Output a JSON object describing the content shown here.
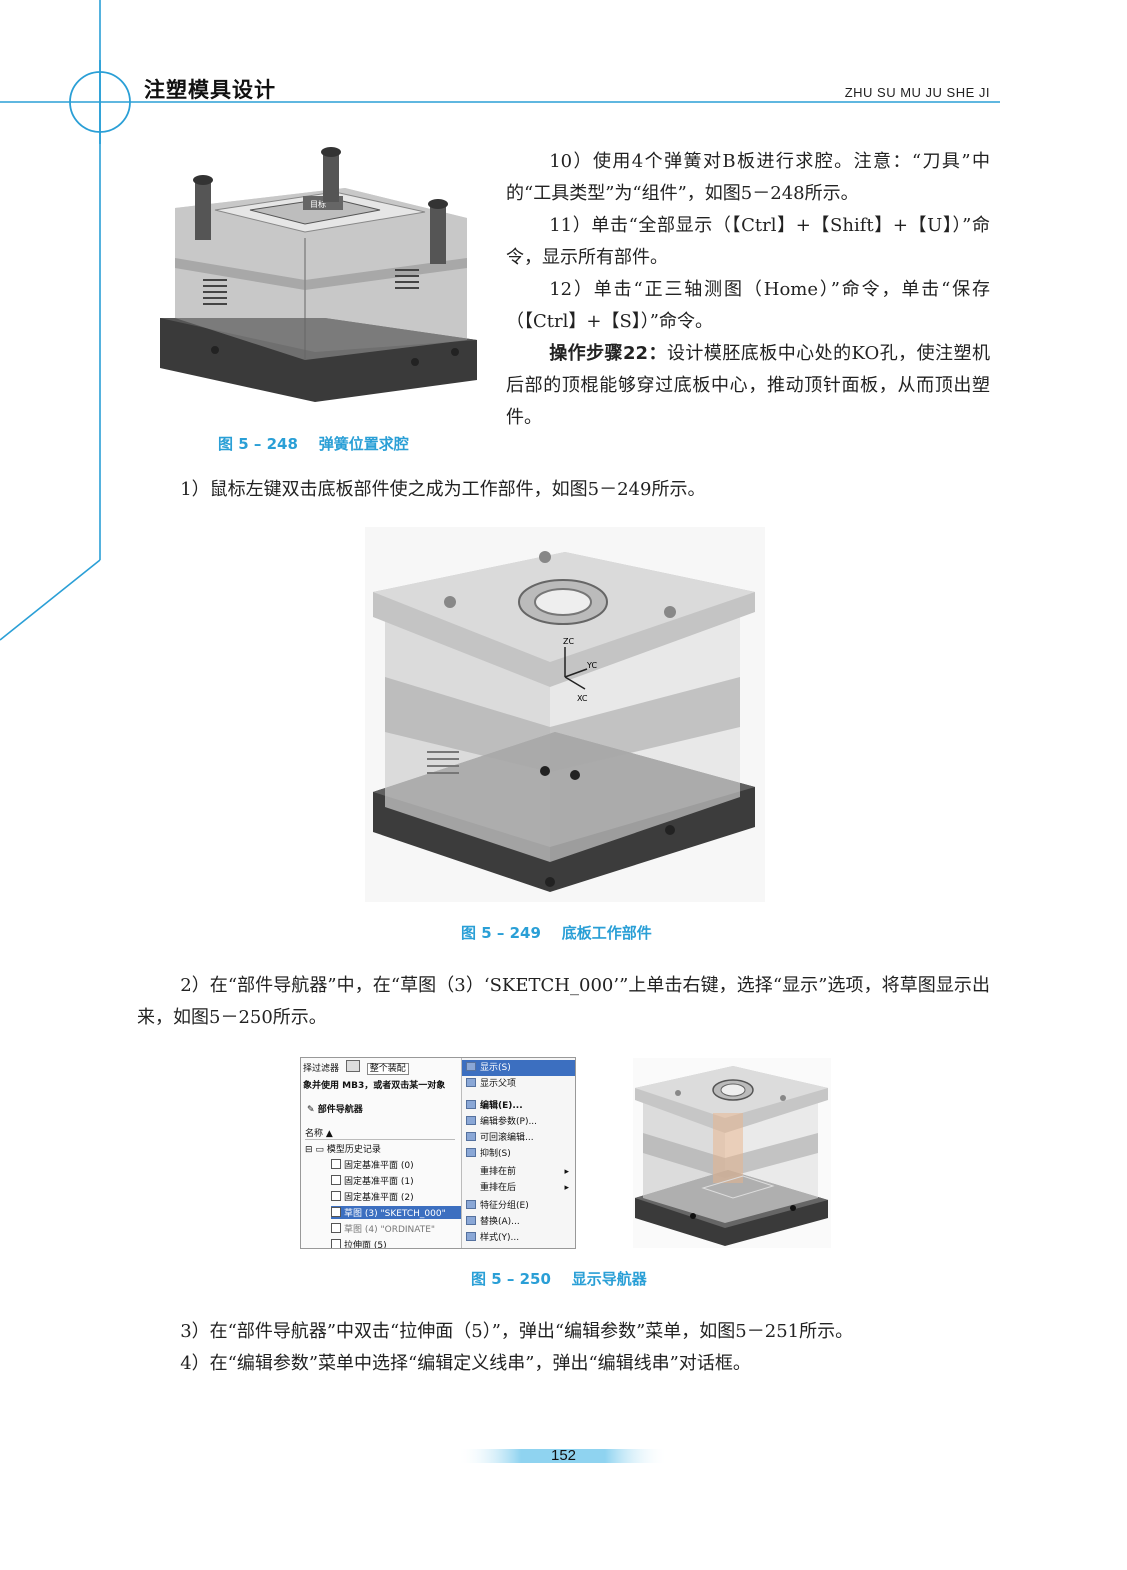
{
  "header": {
    "title": "注塑模具设计",
    "pinyin": "ZHU SU MU JU SHE JI"
  },
  "colors": {
    "accent": "#2a9fd6",
    "caption": "#2a9fd6"
  },
  "paragraphs_right": [
    "10）使用4个弹簧对B板进行求腔。注意：“刀具”中的“工具类型”为“组件”，如图5－248所示。",
    "11）单击“全部显示（【Ctrl】+【Shift】+【U】）”命令，显示所有部件。",
    "12）单击“正三轴测图（Home）”命令，单击“保存（【Ctrl】+【S】）”命令。"
  ],
  "step22": {
    "label": "操作步骤22：",
    "text": "设计模胚底板中心处的KO孔，使注塑机后部的顶棍能够穿过底板中心，推动顶针面板，从而顶出塑件。"
  },
  "paragraph_1": "1）鼠标左键双击底板部件使之成为工作部件，如图5－249所示。",
  "paragraph_2": "2）在“部件导航器”中，在“草图（3）‘SKETCH_000’”上单击右键，选择“显示”选项，将草图显示出来，如图5－250所示。",
  "paragraph_3": "3）在“部件导航器”中双击“拉伸面（5）”，弹出“编辑参数”菜单，如图5－251所示。",
  "paragraph_4": "4）在“编辑参数”菜单中选择“编辑定义线串”，弹出“编辑线串”对话框。",
  "captions": {
    "fig248": "图 5 – 248    弹簧位置求腔",
    "fig249": "图 5 – 249    底板工作部件",
    "fig250": "图 5 – 250    显示导航器"
  },
  "fig248_label": "目标",
  "fig249_axes": {
    "zc": "ZC",
    "yc": "YC",
    "xc": "XC"
  },
  "navigator": {
    "filter_label": "择过滤器",
    "filter_value": "整个装配",
    "hint": "象并使用 MB3，或者双击某一对象",
    "title": "部件导航器",
    "column": "名称 ▲",
    "root": "模型历史记录",
    "items": [
      "固定基准平面 (0)",
      "固定基准平面 (1)",
      "固定基准平面 (2)",
      "草图 (3) \"SKETCH_000\"",
      "草图 (4) \"ORDINATE\"",
      "拉伸面 (5)"
    ],
    "menu": [
      "显示(S)",
      "显示父项",
      "编辑(E)...",
      "编辑参数(P)...",
      "可回滚编辑...",
      "抑制(S)",
      "重排在前",
      "重排在后",
      "特征分组(E)",
      "替换(A)...",
      "样式(Y)..."
    ]
  },
  "page_number": "152"
}
